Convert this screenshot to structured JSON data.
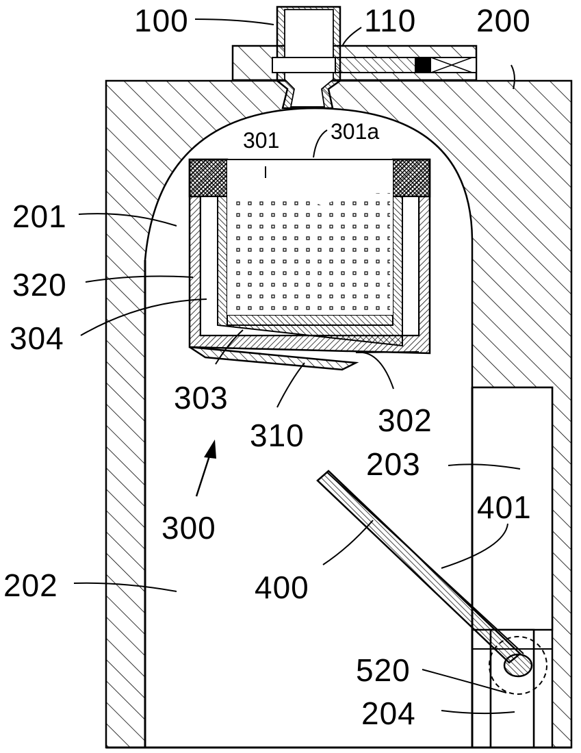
{
  "labels": {
    "l100": "100",
    "l110": "110",
    "l200": "200",
    "l201": "201",
    "l202": "202",
    "l203": "203",
    "l204": "204",
    "l300": "300",
    "l301": "301",
    "l301a": "301a",
    "l302": "302",
    "l303": "303",
    "l304": "304",
    "l310": "310",
    "l320": "320",
    "l400": "400",
    "l401": "401",
    "l520": "520"
  }
}
